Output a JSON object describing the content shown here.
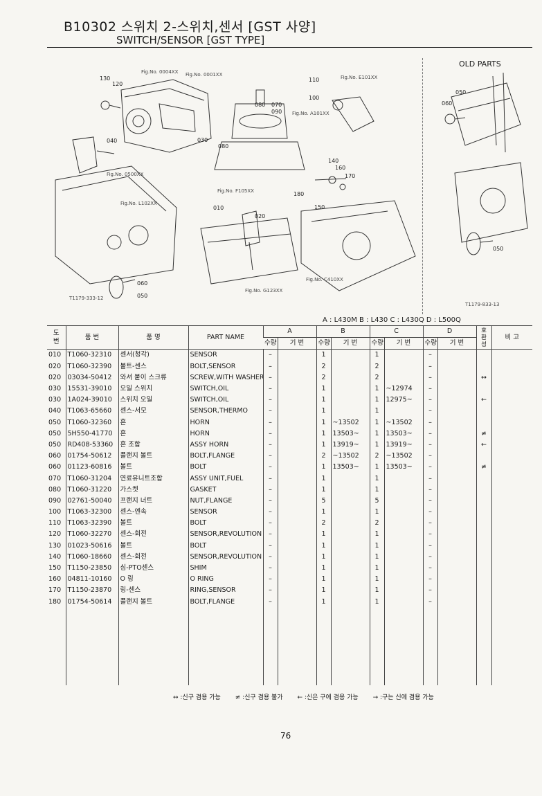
{
  "header": {
    "title_kr": "B10302 스위치 2-스위치,센서 [GST 사양]",
    "title_en": "SWITCH/SENSOR [GST TYPE]",
    "old_parts": "OLD PARTS"
  },
  "figure": {
    "callouts": [
      "130",
      "120",
      "040",
      "010",
      "020",
      "060",
      "050",
      "080",
      "070",
      "090",
      "080",
      "110",
      "100",
      "140",
      "160",
      "170",
      "180",
      "150",
      "030",
      "050",
      "060",
      "050"
    ],
    "fig_codes": [
      "Fig.No. 0004XX",
      "Fig.No. 0001XX",
      "Fig.No. 0500XX",
      "Fig.No. L102XX",
      "Fig.No. F105XX",
      "Fig.No. A101XX",
      "Fig.No. E101XX",
      "Fig.No. C410XX",
      "Fig.No. G123XX"
    ],
    "drawing_no": "T1179-333-12",
    "old_drawing_no": "T1179-833-13"
  },
  "variants": "A : L430M   B : L430   C : L430Q   D : L500Q",
  "table": {
    "headers": {
      "no": "도\n번",
      "part_no": "품   번",
      "name_kr": "품   명",
      "name_en": "PART  NAME",
      "A": "A",
      "B": "B",
      "C": "C",
      "D": "D",
      "interchange": "호\n환\n성",
      "remark": "비   고",
      "qty": "수량",
      "serial": "기  번"
    },
    "rows": [
      {
        "no": "010",
        "part": "T1060-32310",
        "kr": "센서(청각)",
        "en": "SENSOR",
        "a": "–",
        "b": "1",
        "bs": "",
        "c": "1",
        "cs": "",
        "d": "–",
        "x": ""
      },
      {
        "no": "020",
        "part": "T1060-32390",
        "kr": "볼트-센스",
        "en": "BOLT,SENSOR",
        "a": "–",
        "b": "2",
        "bs": "",
        "c": "2",
        "cs": "",
        "d": "–",
        "x": ""
      },
      {
        "no": "020",
        "part": "03034-50412",
        "kr": "와셔 붙이 스크류",
        "en": "SCREW,WITH WASHER",
        "a": "–",
        "b": "2",
        "bs": "",
        "c": "2",
        "cs": "",
        "d": "–",
        "x": "↔"
      },
      {
        "no": "030",
        "part": "15531-39010",
        "kr": "오일 스위치",
        "en": "SWITCH,OIL",
        "a": "–",
        "b": "1",
        "bs": "",
        "c": "1",
        "cs": "~12974",
        "d": "–",
        "x": ""
      },
      {
        "no": "030",
        "part": "1A024-39010",
        "kr": "스위치 오일",
        "en": "SWITCH,OIL",
        "a": "–",
        "b": "1",
        "bs": "",
        "c": "1",
        "cs": "12975~",
        "d": "–",
        "x": "←"
      },
      {
        "no": "040",
        "part": "T1063-65660",
        "kr": "센스-서모",
        "en": "SENSOR,THERMO",
        "a": "–",
        "b": "1",
        "bs": "",
        "c": "1",
        "cs": "",
        "d": "–",
        "x": ""
      },
      {
        "no": "050",
        "part": "T1060-32360",
        "kr": "혼",
        "en": "HORN",
        "a": "–",
        "b": "1",
        "bs": "~13502",
        "c": "1",
        "cs": "~13502",
        "d": "–",
        "x": ""
      },
      {
        "no": "050",
        "part": "5H550-41770",
        "kr": "혼",
        "en": "HORN",
        "a": "–",
        "b": "1",
        "bs": "13503~",
        "c": "1",
        "cs": "13503~",
        "d": "–",
        "x": "≠"
      },
      {
        "no": "050",
        "part": "RD408-53360",
        "kr": "혼 조합",
        "en": "ASSY HORN",
        "a": "–",
        "b": "1",
        "bs": "13919~",
        "c": "1",
        "cs": "13919~",
        "d": "–",
        "x": "←"
      },
      {
        "no": "060",
        "part": "01754-50612",
        "kr": "플랜지 볼트",
        "en": "BOLT,FLANGE",
        "a": "–",
        "b": "2",
        "bs": "~13502",
        "c": "2",
        "cs": "~13502",
        "d": "–",
        "x": ""
      },
      {
        "no": "060",
        "part": "01123-60816",
        "kr": "볼트",
        "en": "BOLT",
        "a": "–",
        "b": "1",
        "bs": "13503~",
        "c": "1",
        "cs": "13503~",
        "d": "–",
        "x": "≠"
      },
      {
        "no": "070",
        "part": "T1060-31204",
        "kr": "연료유니트조합",
        "en": "ASSY UNIT,FUEL",
        "a": "–",
        "b": "1",
        "bs": "",
        "c": "1",
        "cs": "",
        "d": "–",
        "x": ""
      },
      {
        "no": "080",
        "part": "T1060-31220",
        "kr": "가스켓",
        "en": "GASKET",
        "a": "–",
        "b": "1",
        "bs": "",
        "c": "1",
        "cs": "",
        "d": "–",
        "x": ""
      },
      {
        "no": "090",
        "part": "02761-50040",
        "kr": "프랜지 너트",
        "en": "NUT,FLANGE",
        "a": "–",
        "b": "5",
        "bs": "",
        "c": "5",
        "cs": "",
        "d": "–",
        "x": ""
      },
      {
        "no": "100",
        "part": "T1063-32300",
        "kr": "센스-엔속",
        "en": "SENSOR",
        "a": "–",
        "b": "1",
        "bs": "",
        "c": "1",
        "cs": "",
        "d": "–",
        "x": ""
      },
      {
        "no": "110",
        "part": "T1063-32390",
        "kr": "볼트",
        "en": "BOLT",
        "a": "–",
        "b": "2",
        "bs": "",
        "c": "2",
        "cs": "",
        "d": "–",
        "x": ""
      },
      {
        "no": "120",
        "part": "T1060-32270",
        "kr": "센스-회전",
        "en": "SENSOR,REVOLUTION",
        "a": "–",
        "b": "1",
        "bs": "",
        "c": "1",
        "cs": "",
        "d": "–",
        "x": ""
      },
      {
        "no": "130",
        "part": "01023-50616",
        "kr": "볼트",
        "en": "BOLT",
        "a": "–",
        "b": "1",
        "bs": "",
        "c": "1",
        "cs": "",
        "d": "–",
        "x": ""
      },
      {
        "no": "140",
        "part": "T1060-18660",
        "kr": "센스-회전",
        "en": "SENSOR,REVOLUTION",
        "a": "–",
        "b": "1",
        "bs": "",
        "c": "1",
        "cs": "",
        "d": "–",
        "x": ""
      },
      {
        "no": "150",
        "part": "T1150-23850",
        "kr": "심-PTO센스",
        "en": "SHIM",
        "a": "–",
        "b": "1",
        "bs": "",
        "c": "1",
        "cs": "",
        "d": "–",
        "x": ""
      },
      {
        "no": "160",
        "part": "04811-10160",
        "kr": "O 링",
        "en": "O RING",
        "a": "–",
        "b": "1",
        "bs": "",
        "c": "1",
        "cs": "",
        "d": "–",
        "x": ""
      },
      {
        "no": "170",
        "part": "T1150-23870",
        "kr": "링-센스",
        "en": "RING,SENSOR",
        "a": "–",
        "b": "1",
        "bs": "",
        "c": "1",
        "cs": "",
        "d": "–",
        "x": ""
      },
      {
        "no": "180",
        "part": "01754-50614",
        "kr": "플랜지 볼트",
        "en": "BOLT,FLANGE",
        "a": "–",
        "b": "1",
        "bs": "",
        "c": "1",
        "cs": "",
        "d": "–",
        "x": ""
      }
    ]
  },
  "legend": [
    "↔ :신구 겸용 가능",
    "≠ :신구 겸용 불가",
    "← :신은 구에 겸용 가능",
    "→ :구는 신에 겸용 가능"
  ],
  "page_number": "76"
}
